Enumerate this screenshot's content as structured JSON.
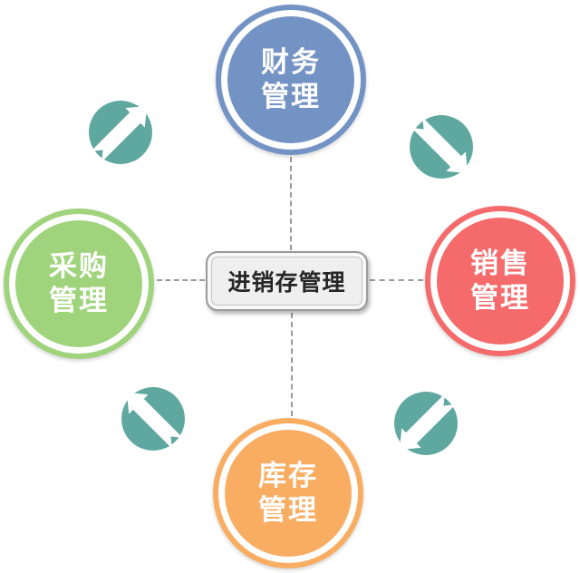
{
  "diagram": {
    "center_node": {
      "label": "进销存管理",
      "fill": "#efefef",
      "border_color": "#9a9a9a",
      "text_color": "#262626"
    },
    "nodes": [
      {
        "id": "finance",
        "position": "top",
        "line1": "财务",
        "line2": "管理",
        "color": "#7493c5"
      },
      {
        "id": "sales",
        "position": "right",
        "line1": "销售",
        "line2": "管理",
        "color": "#f56b6b"
      },
      {
        "id": "inventory",
        "position": "bottom",
        "line1": "库存",
        "line2": "管理",
        "color": "#f9ad62"
      },
      {
        "id": "purchasing",
        "position": "left",
        "line1": "采购",
        "line2": "管理",
        "color": "#9fd37c"
      }
    ],
    "arrows": [
      {
        "id": "arrow-top-left",
        "direction": "up-right",
        "color": "#5fa8a0"
      },
      {
        "id": "arrow-top-right",
        "direction": "down-right",
        "color": "#5fa8a0"
      },
      {
        "id": "arrow-bottom-right",
        "direction": "down-left",
        "color": "#5fa8a0"
      },
      {
        "id": "arrow-bottom-left",
        "direction": "up-left",
        "color": "#5fa8a0"
      }
    ],
    "connector_color": "#9a9a9a",
    "background_color": "#ffffff"
  }
}
